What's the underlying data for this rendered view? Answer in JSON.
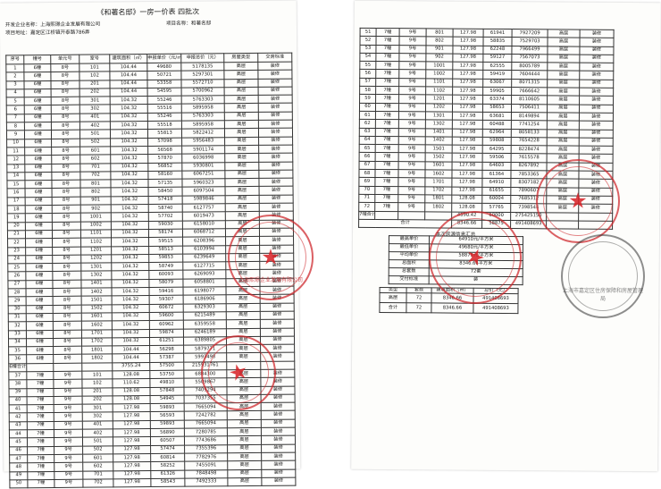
{
  "left_page": {
    "title": "《和著名邸》一房一价表 四批次",
    "developer": "开发企业名称：上海熙璟企业发展有限公司",
    "project_name": "项目名称：和著名邸",
    "address": "项目地址：嘉定区江桥镇开泰路786弄",
    "headers": [
      "序号",
      "幢号",
      "单元号",
      "室号",
      "建筑面积（㎡）",
      "申报单价（元/㎡）",
      "申报总价（元）",
      "房屋类型",
      "交房标准"
    ],
    "rows": [
      [
        "1",
        "6幢",
        "8号",
        "101",
        "104.44",
        "49680",
        "5178135",
        "高层",
        "装修"
      ],
      [
        "2",
        "6幢",
        "8号",
        "102",
        "104.44",
        "50721",
        "5297301",
        "高层",
        "装修"
      ],
      [
        "3",
        "6幢",
        "8号",
        "201",
        "104.44",
        "53358",
        "5572710",
        "高层",
        "装修"
      ],
      [
        "4",
        "6幢",
        "8号",
        "202",
        "104.44",
        "54595",
        "5700962",
        "高层",
        "装修"
      ],
      [
        "5",
        "6幢",
        "8号",
        "301",
        "104.32",
        "55246",
        "5763303",
        "高层",
        "装修"
      ],
      [
        "6",
        "6幢",
        "8号",
        "302",
        "104.32",
        "55516",
        "5895958",
        "高层",
        "装修"
      ],
      [
        "7",
        "6幢",
        "8号",
        "401",
        "104.32",
        "55246",
        "5763303",
        "高层",
        "装修"
      ],
      [
        "8",
        "6幢",
        "8号",
        "402",
        "104.32",
        "55518",
        "5895958",
        "高层",
        "装修"
      ],
      [
        "9",
        "6幢",
        "8号",
        "501",
        "104.32",
        "55813",
        "5822412",
        "高层",
        "装修"
      ],
      [
        "10",
        "6幢",
        "8号",
        "502",
        "104.32",
        "57098",
        "5956483",
        "高层",
        "装修"
      ],
      [
        "11",
        "6幢",
        "8号",
        "601",
        "104.32",
        "56568",
        "5901174",
        "高层",
        "装修"
      ],
      [
        "12",
        "6幢",
        "8号",
        "602",
        "104.32",
        "57870",
        "6036998",
        "高层",
        "装修"
      ],
      [
        "13",
        "6幢",
        "8号",
        "701",
        "104.32",
        "56852",
        "5930801",
        "高层",
        "装修"
      ],
      [
        "14",
        "6幢",
        "8号",
        "702",
        "104.32",
        "58160",
        "6067251",
        "高层",
        "装修"
      ],
      [
        "15",
        "6幢",
        "8号",
        "801",
        "104.32",
        "57135",
        "5960323",
        "高层",
        "装修"
      ],
      [
        "16",
        "6幢",
        "8号",
        "802",
        "104.32",
        "58450",
        "6097504",
        "高层",
        "装修"
      ],
      [
        "17",
        "6幢",
        "8号",
        "901",
        "104.32",
        "57418",
        "5989846",
        "高层",
        "装修"
      ],
      [
        "18",
        "6幢",
        "8号",
        "902",
        "104.32",
        "58740",
        "6127757",
        "高层",
        "装修"
      ],
      [
        "19",
        "6幢",
        "8号",
        "1001",
        "104.32",
        "57702",
        "6019473",
        "高层",
        "装修"
      ],
      [
        "20",
        "6幢",
        "8号",
        "1002",
        "104.32",
        "59030",
        "6158010",
        "高层",
        "装修"
      ],
      [
        "21",
        "6幢",
        "8号",
        "1101",
        "104.32",
        "58174",
        "6068712",
        "高层",
        "装修"
      ],
      [
        "22",
        "6幢",
        "8号",
        "1102",
        "104.32",
        "59515",
        "6208396",
        "高层",
        "装修"
      ],
      [
        "23",
        "6幢",
        "8号",
        "1201",
        "104.32",
        "58513",
        "6103994",
        "高层",
        "装修"
      ],
      [
        "24",
        "6幢",
        "8号",
        "1202",
        "104.32",
        "59853",
        "6239649",
        "高层",
        "装修"
      ],
      [
        "25",
        "6幢",
        "8号",
        "1301",
        "104.32",
        "58749",
        "6127715",
        "高层",
        "装修"
      ],
      [
        "26",
        "6幢",
        "8号",
        "1302",
        "104.32",
        "60093",
        "6269093",
        "高层",
        "装修"
      ],
      [
        "27",
        "6幢",
        "8号",
        "1401",
        "104.32",
        "58079",
        "6058801",
        "高层",
        "装修"
      ],
      [
        "28",
        "6幢",
        "8号",
        "1402",
        "104.32",
        "59416",
        "6198077",
        "高层",
        "装修"
      ],
      [
        "29",
        "6幢",
        "8号",
        "1501",
        "104.32",
        "59307",
        "6186906",
        "高层",
        "装修"
      ],
      [
        "30",
        "6幢",
        "8号",
        "1502",
        "104.32",
        "60672",
        "6329303",
        "高层",
        "装修"
      ],
      [
        "31",
        "6幢",
        "8号",
        "1601",
        "104.32",
        "59600",
        "6215489",
        "高层",
        "装修"
      ],
      [
        "32",
        "6幢",
        "8号",
        "1602",
        "104.32",
        "60962",
        "6359558",
        "高层",
        "装修"
      ],
      [
        "33",
        "6幢",
        "8号",
        "1701",
        "104.32",
        "59874",
        "6246189",
        "高层",
        "装修"
      ],
      [
        "34",
        "6幢",
        "8号",
        "1702",
        "104.32",
        "61251",
        "6389805",
        "高层",
        "装修"
      ],
      [
        "35",
        "6幢",
        "8号",
        "1801",
        "104.44",
        "56298",
        "5879771",
        "高层",
        "装修"
      ],
      [
        "36",
        "6幢",
        "8号",
        "1802",
        "104.44",
        "57387",
        "5993498",
        "高层",
        "装修"
      ],
      [
        "6幢合计",
        "",
        "",
        "",
        "3755.24",
        "57500",
        "215931761",
        "",
        ""
      ],
      [
        "37",
        "7幢",
        "9号",
        "101",
        "128.08",
        "53750",
        "6884300",
        "高层",
        "装修"
      ],
      [
        "38",
        "7幢",
        "9号",
        "102",
        "110.62",
        "49810",
        "5509867",
        "高层",
        "装修"
      ],
      [
        "39",
        "7幢",
        "9号",
        "201",
        "128.08",
        "57848",
        "7409294",
        "高层",
        "装修"
      ],
      [
        "40",
        "7幢",
        "9号",
        "202",
        "128.08",
        "54945",
        "7037355",
        "高层",
        "装修"
      ],
      [
        "41",
        "7幢",
        "9号",
        "301",
        "127.98",
        "59893",
        "7665094",
        "高层",
        "装修"
      ],
      [
        "42",
        "7幢",
        "9号",
        "302",
        "127.98",
        "56593",
        "7242782",
        "高层",
        "装修"
      ],
      [
        "43",
        "7幢",
        "9号",
        "401",
        "127.98",
        "59893",
        "7665094",
        "高层",
        "装修"
      ],
      [
        "44",
        "7幢",
        "9号",
        "402",
        "127.98",
        "56890",
        "7280785",
        "高层",
        "装修"
      ],
      [
        "45",
        "7幢",
        "9号",
        "501",
        "127.98",
        "60507",
        "7743686",
        "高层",
        "装修"
      ],
      [
        "46",
        "7幢",
        "9号",
        "502",
        "127.98",
        "57474",
        "7355396",
        "高层",
        "装修"
      ],
      [
        "47",
        "7幢",
        "9号",
        "601",
        "127.98",
        "60814",
        "7782976",
        "高层",
        "装修"
      ],
      [
        "48",
        "7幢",
        "9号",
        "602",
        "127.98",
        "58252",
        "7455091",
        "高层",
        "装修"
      ],
      [
        "49",
        "7幢",
        "9号",
        "701",
        "127.98",
        "61326",
        "7848498",
        "高层",
        "装修"
      ],
      [
        "50",
        "7幢",
        "9号",
        "702",
        "127.98",
        "58543",
        "7492333",
        "高层",
        "装修"
      ]
    ]
  },
  "right_page": {
    "rows": [
      [
        "51",
        "7幢",
        "9号",
        "801",
        "127.98",
        "61941",
        "7927209",
        "高层",
        "装修"
      ],
      [
        "52",
        "7幢",
        "9号",
        "802",
        "127.98",
        "58835",
        "7529703",
        "高层",
        "装修"
      ],
      [
        "53",
        "7幢",
        "9号",
        "901",
        "127.98",
        "62248",
        "7966499",
        "高层",
        "装修"
      ],
      [
        "54",
        "7幢",
        "9号",
        "902",
        "127.98",
        "59127",
        "7567073",
        "高层",
        "装修"
      ],
      [
        "55",
        "7幢",
        "9号",
        "1001",
        "127.98",
        "62555",
        "8005789",
        "高层",
        "装修"
      ],
      [
        "56",
        "7幢",
        "9号",
        "1002",
        "127.98",
        "59419",
        "7604444",
        "高层",
        "装修"
      ],
      [
        "57",
        "7幢",
        "9号",
        "1101",
        "127.98",
        "63067",
        "8071315",
        "高层",
        "装修"
      ],
      [
        "58",
        "7幢",
        "9号",
        "1102",
        "127.98",
        "59905",
        "7666642",
        "高层",
        "装修"
      ],
      [
        "59",
        "7幢",
        "9号",
        "1201",
        "127.98",
        "63374",
        "8110605",
        "高层",
        "装修"
      ],
      [
        "60",
        "7幢",
        "9号",
        "1202",
        "127.98",
        "58653",
        "7506411",
        "高层",
        "装修"
      ],
      [
        "61",
        "7幢",
        "9号",
        "1301",
        "127.98",
        "63681",
        "8149894",
        "高层",
        "装修"
      ],
      [
        "62",
        "7幢",
        "9号",
        "1302",
        "127.98",
        "60488",
        "7741254",
        "高层",
        "装修"
      ],
      [
        "63",
        "7幢",
        "9号",
        "1401",
        "127.98",
        "62964",
        "8058133",
        "高层",
        "装修"
      ],
      [
        "64",
        "7幢",
        "9号",
        "1402",
        "127.98",
        "59808",
        "7654228",
        "高层",
        "装修"
      ],
      [
        "65",
        "7幢",
        "9号",
        "1501",
        "127.98",
        "64295",
        "8228474",
        "高层",
        "装修"
      ],
      [
        "66",
        "7幢",
        "9号",
        "1502",
        "127.98",
        "59506",
        "7615578",
        "高层",
        "装修"
      ],
      [
        "67",
        "7幢",
        "9号",
        "1601",
        "127.98",
        "64603",
        "8267892",
        "高层",
        "装修"
      ],
      [
        "68",
        "7幢",
        "9号",
        "1602",
        "127.98",
        "61364",
        "7853365",
        "高层",
        "装修"
      ],
      [
        "69",
        "7幢",
        "9号",
        "1701",
        "127.98",
        "64910",
        "8307182",
        "高层",
        "装修"
      ],
      [
        "70",
        "7幢",
        "9号",
        "1702",
        "127.98",
        "61655",
        "7890607",
        "高层",
        "装修"
      ],
      [
        "71",
        "7幢",
        "9号",
        "1801",
        "128.08",
        "60004",
        "7685312",
        "高层",
        "装修"
      ],
      [
        "72",
        "7幢",
        "9号",
        "1802",
        "128.08",
        "57765",
        "7398544",
        "高层",
        "装修"
      ],
      [
        "7幢合计",
        "",
        "",
        "",
        "4590.42",
        "60000",
        "275425150",
        "",
        ""
      ],
      [
        "合计",
        "",
        "",
        "",
        "8346.66",
        "58875",
        "491408693",
        "",
        ""
      ]
    ],
    "summary": {
      "title": "本次房源信息汇总",
      "rows": [
        [
          "最高单价",
          "64910元/平方米"
        ],
        [
          "最低单价",
          "49680元/平方米"
        ],
        [
          "平均单价",
          "58875元/平方米"
        ],
        [
          "总面积",
          "8346.66平方米"
        ],
        [
          "总套数",
          "72套"
        ],
        [
          "交付标准",
          "装"
        ]
      ]
    },
    "category": {
      "headers": [
        "类型",
        "套数",
        "建筑面积（㎡）",
        "总价（元）"
      ],
      "rows": [
        [
          "高层",
          "72",
          "8346.66",
          "491408693"
        ],
        [
          "合计",
          "72",
          "8346.66",
          "491408693"
        ]
      ]
    }
  },
  "stamps": [
    {
      "id": "company-seal",
      "text": "上海熙璟企业发展有限公司",
      "color": "#cd2328"
    },
    {
      "id": "bureau-seal",
      "text": "上海市嘉定区住房保障和房屋管理局",
      "color": "#333333"
    }
  ]
}
